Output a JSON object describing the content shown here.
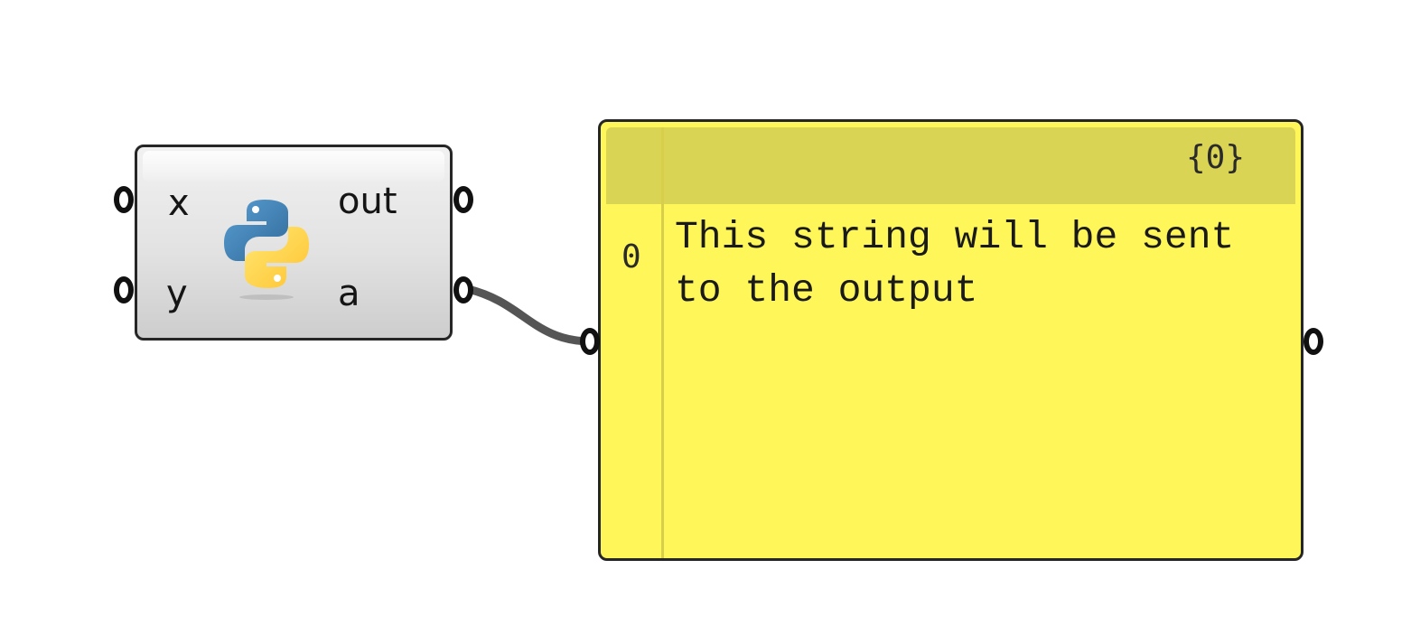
{
  "python_component": {
    "inputs": [
      {
        "name": "x"
      },
      {
        "name": "y"
      }
    ],
    "outputs": [
      {
        "name": "out"
      },
      {
        "name": "a"
      }
    ],
    "icon": "python-logo-icon"
  },
  "panel": {
    "path": "{0}",
    "items": [
      {
        "index": "0",
        "text": "This string will be sent to the output"
      }
    ],
    "background_color": "#fff75a",
    "header_color": "#dad454"
  },
  "wire": {
    "color": "#555555",
    "from": "a",
    "to": "panel-input"
  }
}
